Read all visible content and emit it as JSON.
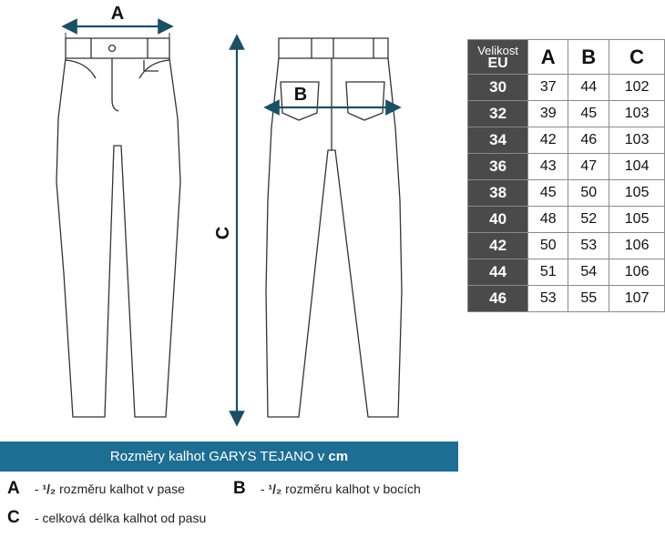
{
  "figure": {
    "label_a": "A",
    "label_b": "B",
    "label_c": "C",
    "line_color": "#333333",
    "arrow_color": "#1b4f66"
  },
  "table": {
    "header": {
      "size_top": "Velikost",
      "size_bottom": "EU",
      "col_a": "A",
      "col_b": "B",
      "col_c": "C"
    },
    "rows": [
      {
        "size": "30",
        "a": "37",
        "b": "44",
        "c": "102"
      },
      {
        "size": "32",
        "a": "39",
        "b": "45",
        "c": "103"
      },
      {
        "size": "34",
        "a": "42",
        "b": "46",
        "c": "103"
      },
      {
        "size": "36",
        "a": "43",
        "b": "47",
        "c": "104"
      },
      {
        "size": "38",
        "a": "45",
        "b": "50",
        "c": "105"
      },
      {
        "size": "40",
        "a": "48",
        "b": "52",
        "c": "105"
      },
      {
        "size": "42",
        "a": "50",
        "b": "53",
        "c": "106"
      },
      {
        "size": "44",
        "a": "51",
        "b": "54",
        "c": "106"
      },
      {
        "size": "46",
        "a": "53",
        "b": "55",
        "c": "107"
      }
    ]
  },
  "caption": {
    "text": "Rozměry kalhot GARYS TEJANO v",
    "unit": "cm"
  },
  "legend": {
    "a": {
      "letter": "A",
      "dash": " - ",
      "fraction": "¹/₂",
      "text": " rozměru kalhot v pase"
    },
    "b": {
      "letter": "B",
      "dash": " - ",
      "fraction": "¹/₂",
      "text": " rozměru kalhot v bocích"
    },
    "c": {
      "letter": "C",
      "text": " - celková délka kalhot od pasu"
    }
  },
  "colors": {
    "header_dark": "#4a4a4a",
    "caption_bar": "#1d6e92"
  }
}
